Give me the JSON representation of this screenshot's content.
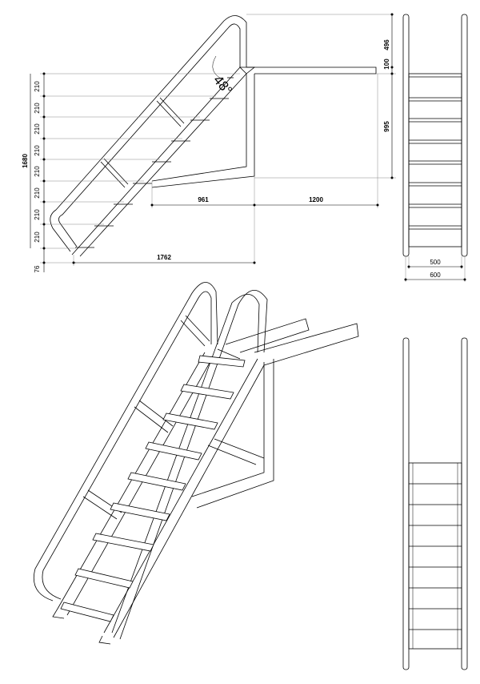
{
  "angle_label": "48°",
  "side_view": {
    "rise_segments": [
      "210",
      "210",
      "210",
      "210",
      "210",
      "210",
      "210",
      "210"
    ],
    "total_height": "1680",
    "bottom_offset": "76",
    "top_offset": "100",
    "overhang": "496",
    "upper_height": "995",
    "run_upper": "961",
    "platform_length": "1200",
    "run_total": "1762"
  },
  "front_view": {
    "inner_width": "500",
    "outer_width": "600"
  },
  "colors": {
    "line": "#000000",
    "background": "#ffffff"
  }
}
